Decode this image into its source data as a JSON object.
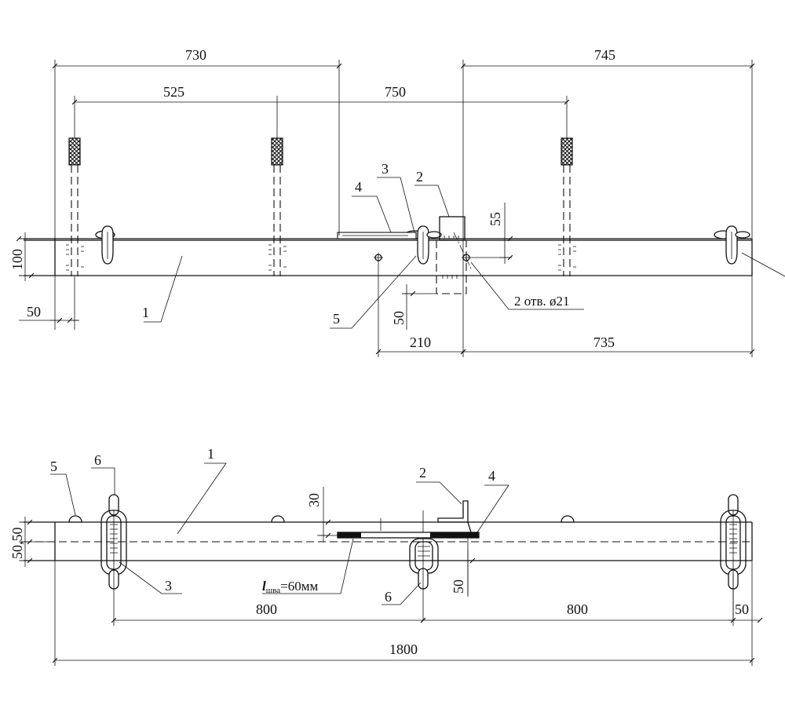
{
  "top_view": {
    "dimensions": {
      "d730": "730",
      "d525": "525",
      "d750": "750",
      "d745": "745",
      "d100": "100",
      "d50_left": "50",
      "d55": "55",
      "d50_lower": "50",
      "d210": "210",
      "d735": "735"
    },
    "labels": {
      "part1": "1",
      "part2": "2",
      "part3": "3",
      "part4": "4",
      "part5": "5"
    },
    "hole_note": "2 отв. ø21"
  },
  "bottom_view": {
    "dimensions": {
      "d30": "30",
      "d50_50": "50,50",
      "d50_mid": "50",
      "d800_left": "800",
      "d800_right": "800",
      "d50_right": "50",
      "d1800": "1800"
    },
    "labels": {
      "part1": "1",
      "part2": "2",
      "part3": "3",
      "part4": "4",
      "part5": "5",
      "part6_top": "6",
      "part6_bottom": "6"
    },
    "weld_note_l": "l",
    "weld_note_sub": "шва",
    "weld_note_val": "=60мм"
  }
}
